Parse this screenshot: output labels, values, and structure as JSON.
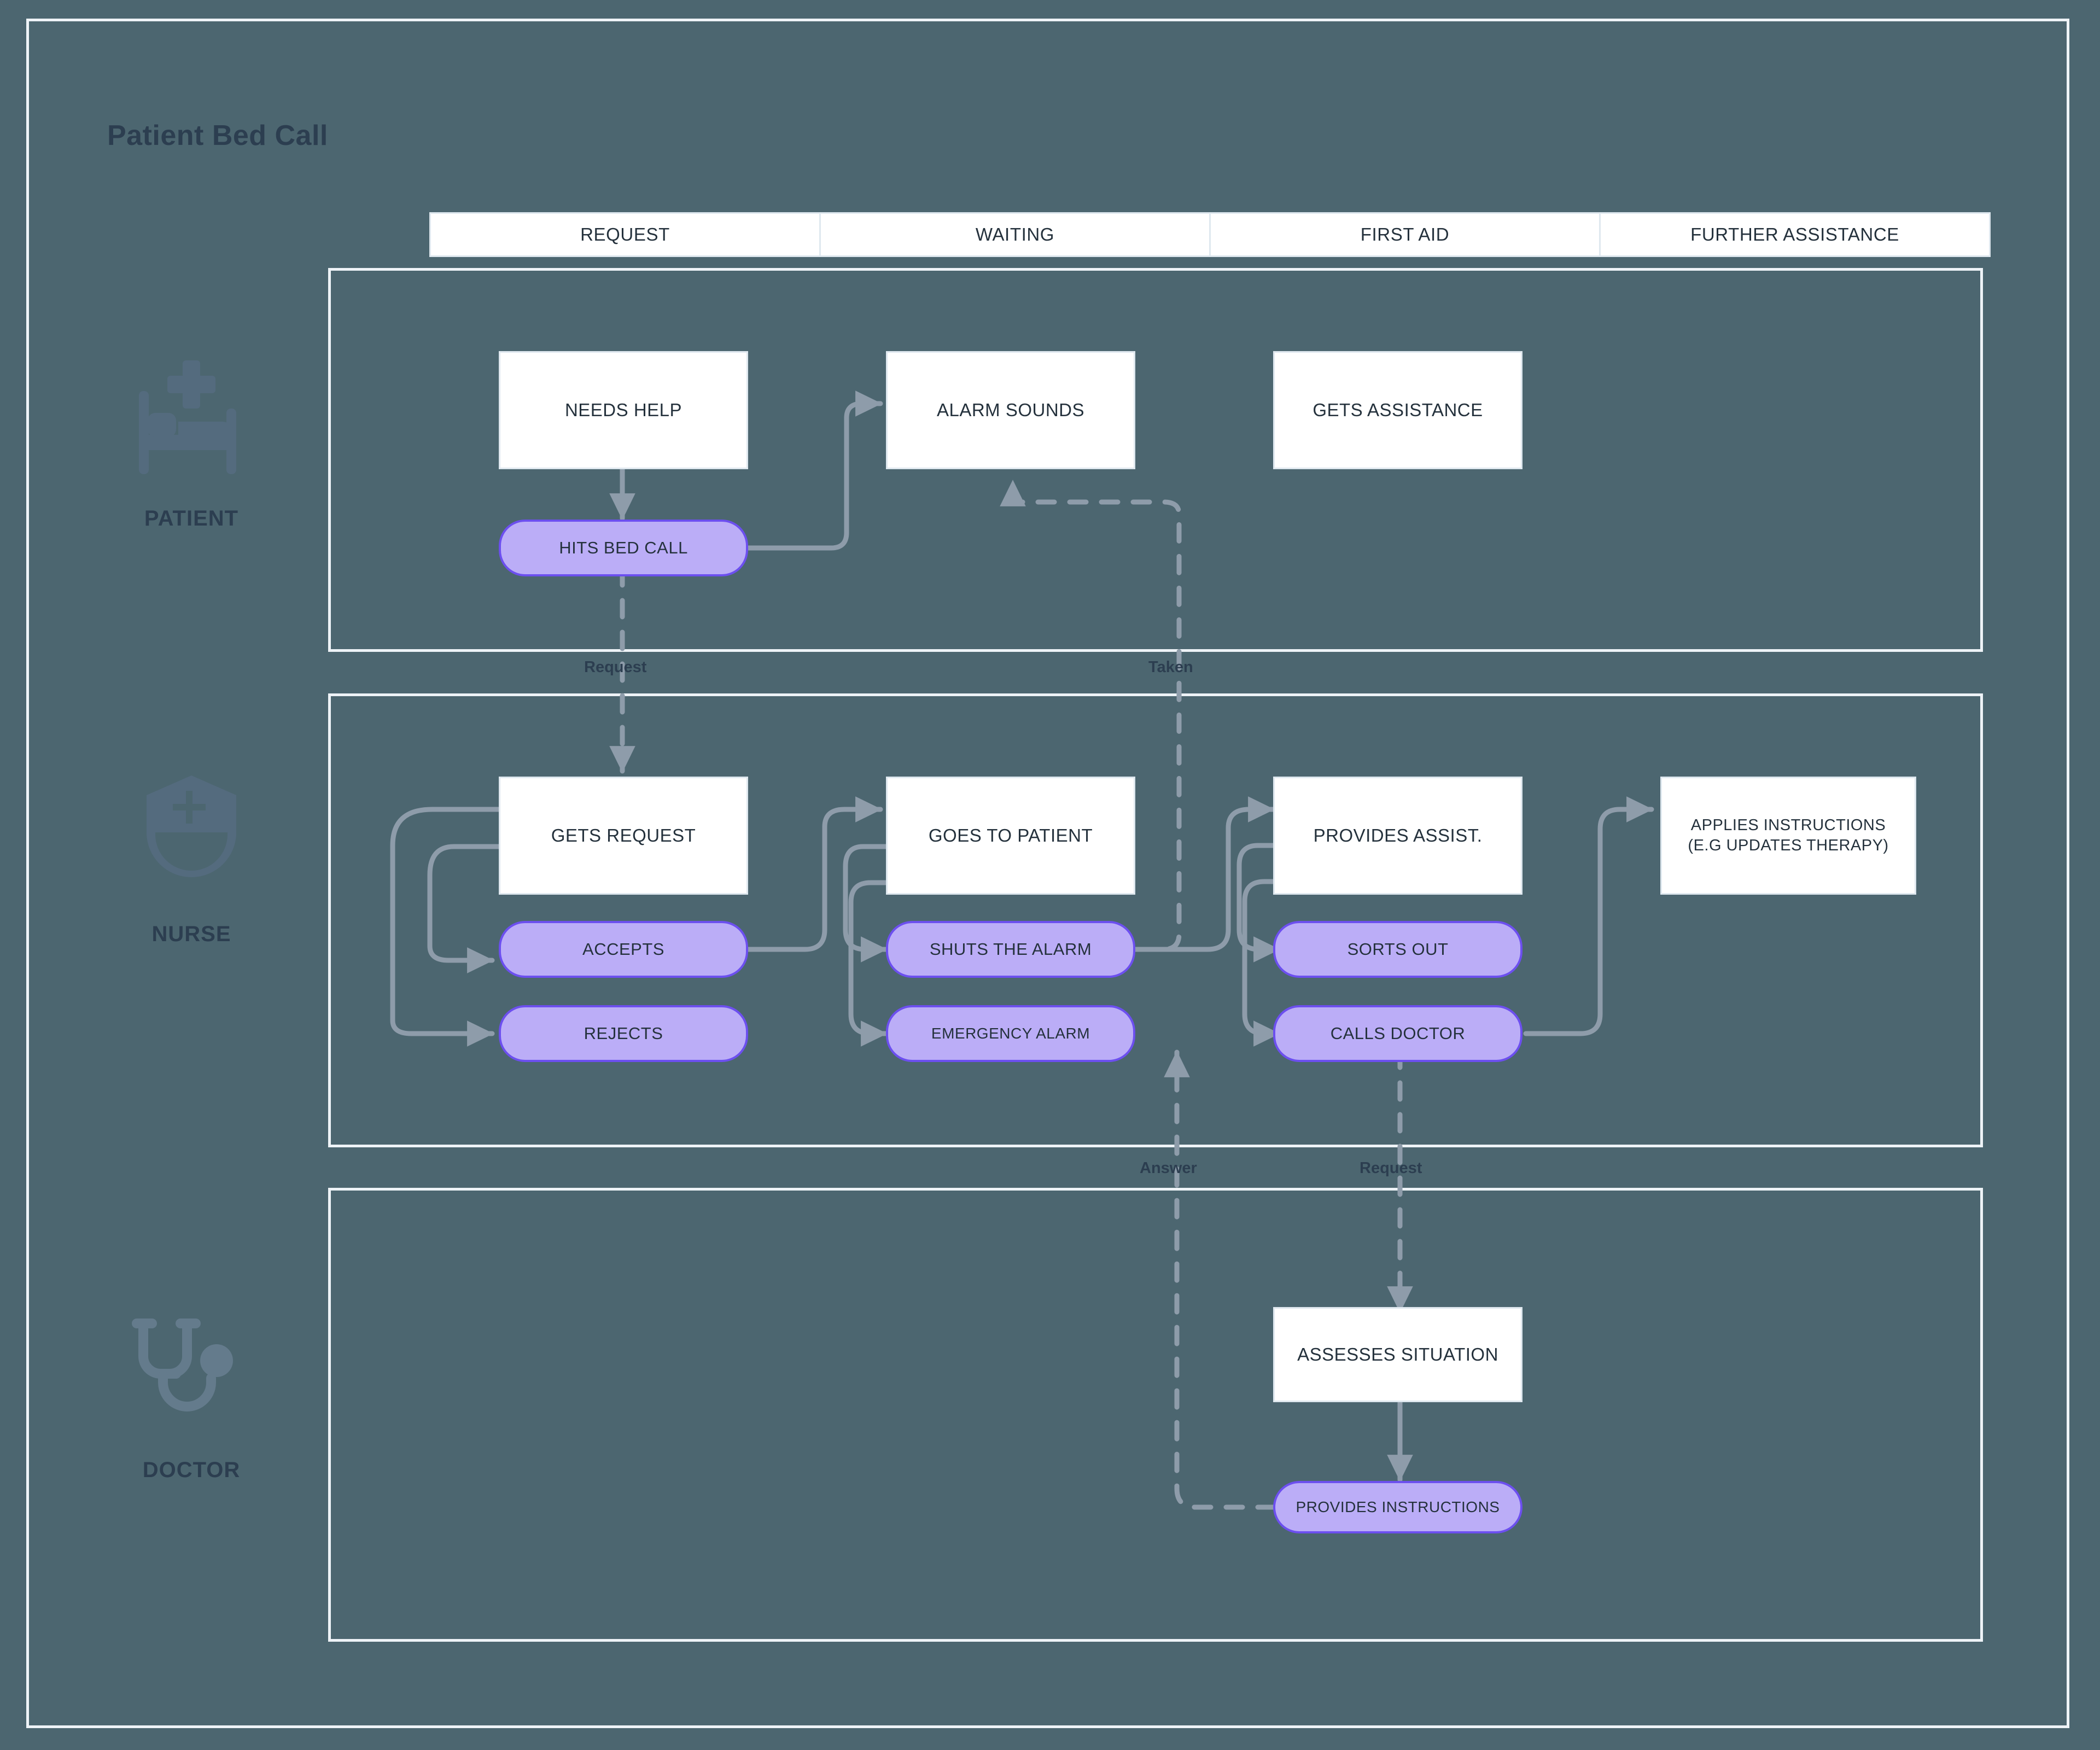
{
  "title": "Patient Bed Call",
  "phases": [
    {
      "label": "REQUEST"
    },
    {
      "label": "WAITING"
    },
    {
      "label": "FIRST AID"
    },
    {
      "label": "FURTHER ASSISTANCE"
    }
  ],
  "actors": [
    {
      "label": "PATIENT",
      "icon": "hospital-bed-icon"
    },
    {
      "label": "NURSE",
      "icon": "nurse-cap-icon"
    },
    {
      "label": "DOCTOR",
      "icon": "stethoscope-icon"
    }
  ],
  "nodes": {
    "patient": {
      "needs_help": "NEEDS HELP",
      "hits_bed_call": "HITS BED CALL",
      "alarm_sounds": "ALARM SOUNDS",
      "gets_assistance": "GETS ASSISTANCE"
    },
    "nurse": {
      "gets_request": "GETS REQUEST",
      "accepts": "ACCEPTS",
      "rejects": "REJECTS",
      "goes_to_patient": "GOES TO PATIENT",
      "shuts_the_alarm": "SHUTS THE ALARM",
      "emergency_alarm": "EMERGENCY ALARM",
      "provides_assist": "PROVIDES ASSIST.",
      "sorts_out": "SORTS OUT",
      "calls_doctor": "CALLS DOCTOR",
      "applies_instructions_line1": "APPLIES INSTRUCTIONS",
      "applies_instructions_line2": "(E.G UPDATES THERAPY)"
    },
    "doctor": {
      "assesses_situation": "ASSESSES SITUATION",
      "provides_instructions": "PROVIDES INSTRUCTIONS"
    }
  },
  "edge_labels": {
    "patient_to_nurse_request": "Request",
    "nurse_to_patient_taken": "Taken",
    "doctor_to_nurse_answer": "Answer",
    "nurse_to_doctor_request": "Request"
  },
  "colors": {
    "background": "#4c6670",
    "frame": "#eef3f7",
    "text_dark": "#24313c",
    "title": "#2c3e50",
    "node_fill": "#ffffff",
    "node_border": "#dfe8ef",
    "pill_fill": "#bbadf7",
    "pill_border": "#6c4fef",
    "connector": "#8e9caa"
  }
}
